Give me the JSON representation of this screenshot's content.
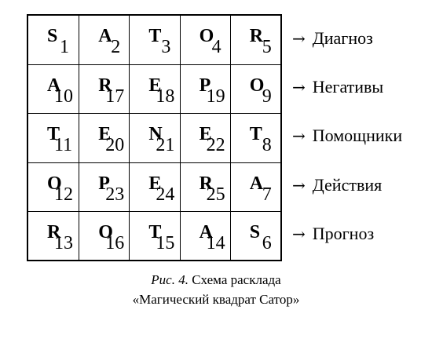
{
  "grid": {
    "rows": [
      {
        "cells": [
          {
            "letter": "S",
            "num": "1"
          },
          {
            "letter": "A",
            "num": "2"
          },
          {
            "letter": "T",
            "num": "3"
          },
          {
            "letter": "O",
            "num": "4"
          },
          {
            "letter": "R",
            "num": "5"
          }
        ],
        "label": "Диагноз"
      },
      {
        "cells": [
          {
            "letter": "A",
            "num": "10"
          },
          {
            "letter": "R",
            "num": "17"
          },
          {
            "letter": "E",
            "num": "18"
          },
          {
            "letter": "P",
            "num": "19"
          },
          {
            "letter": "O",
            "num": "9"
          }
        ],
        "label": "Негативы"
      },
      {
        "cells": [
          {
            "letter": "T",
            "num": "11"
          },
          {
            "letter": "E",
            "num": "20"
          },
          {
            "letter": "N",
            "num": "21"
          },
          {
            "letter": "E",
            "num": "22"
          },
          {
            "letter": "T",
            "num": "8"
          }
        ],
        "label": "Помощники"
      },
      {
        "cells": [
          {
            "letter": "O",
            "num": "12"
          },
          {
            "letter": "P",
            "num": "23"
          },
          {
            "letter": "E",
            "num": "24"
          },
          {
            "letter": "R",
            "num": "25"
          },
          {
            "letter": "A",
            "num": "7"
          }
        ],
        "label": "Действия"
      },
      {
        "cells": [
          {
            "letter": "R",
            "num": "13"
          },
          {
            "letter": "O",
            "num": "16"
          },
          {
            "letter": "T",
            "num": "15"
          },
          {
            "letter": "A",
            "num": "14"
          },
          {
            "letter": "S",
            "num": "6"
          }
        ],
        "label": "Прогноз"
      }
    ]
  },
  "arrow_symbol": "→",
  "caption": {
    "prefix": "Рис. 4.",
    "line1": "Схема расклада",
    "line2": "«Магический квадрат Сатор»"
  }
}
